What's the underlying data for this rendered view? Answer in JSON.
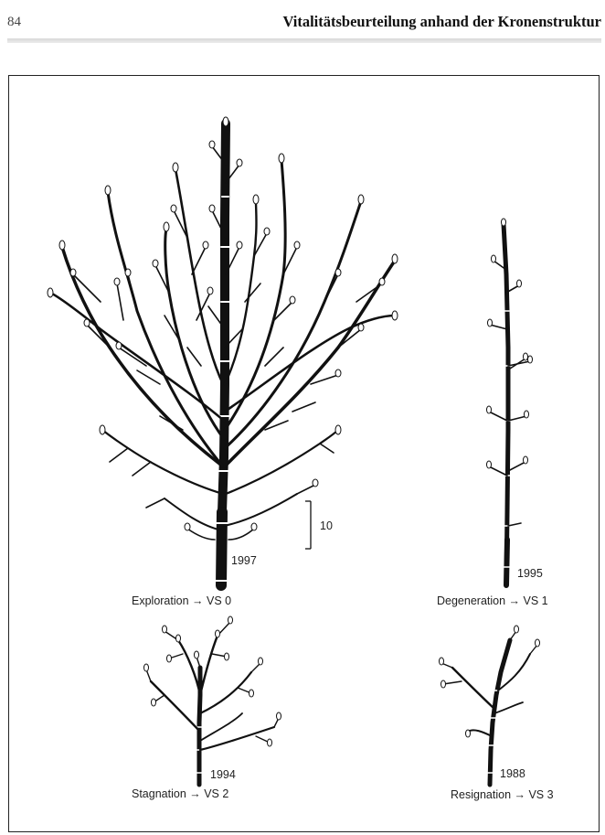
{
  "header": {
    "page_number": "84",
    "running_title": "Vitalitätsbeurteilung anhand der Kronenstruktur"
  },
  "figure": {
    "scale_bar_label": "10",
    "panels": [
      {
        "name": "exploration",
        "year": "1997",
        "label": "Exploration → VS 0"
      },
      {
        "name": "degeneration",
        "year": "1995",
        "label": "Degeneration → VS 1"
      },
      {
        "name": "stagnation",
        "year": "1994",
        "label": "Stagnation → VS 2"
      },
      {
        "name": "resignation",
        "year": "1988",
        "label": "Resignation → VS 3"
      }
    ]
  }
}
